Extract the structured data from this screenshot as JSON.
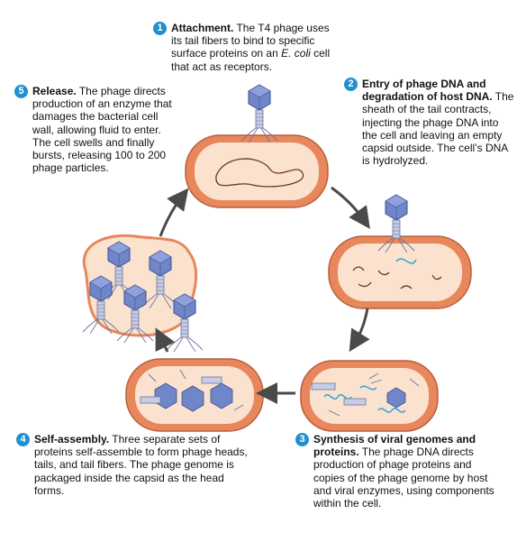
{
  "steps": [
    {
      "number": "1",
      "title": "Attachment.",
      "text_before": "The T4 phage uses its tail fibers to bind to specific surface proteins on an",
      "italic": "E. coli",
      "text_after": "cell that act as receptors."
    },
    {
      "number": "2",
      "title": "Entry of phage DNA and degradation of host DNA.",
      "text": "The sheath of the tail contracts, injecting the phage DNA into the cell and leaving an empty capsid outside. The cell’s DNA is hydrolyzed."
    },
    {
      "number": "3",
      "title": "Synthesis of viral genomes and proteins.",
      "text": "The phage DNA directs production of phage proteins and copies of the phage genome by host and viral enzymes, using components within the cell."
    },
    {
      "number": "4",
      "title": "Self-assembly.",
      "text": "Three separate sets of proteins self-assemble to form phage heads, tails, and tail fibers. The phage genome is packaged inside the capsid as the head forms."
    },
    {
      "number": "5",
      "title": "Release.",
      "text": "The phage directs production of an enzyme that damages the bacterial cell wall, allowing fluid to enter. The cell swells and finally bursts, releasing 100 to 200 phage particles."
    }
  ],
  "colors": {
    "badge": "#1f8fcf",
    "cell_outer": "#e8865c",
    "cell_inner": "#fbe2cf",
    "capsid": "#6f87c9",
    "tail": "#c8cde6",
    "arrow": "#4a4a4a",
    "viral_dna": "#2aa6d6"
  }
}
